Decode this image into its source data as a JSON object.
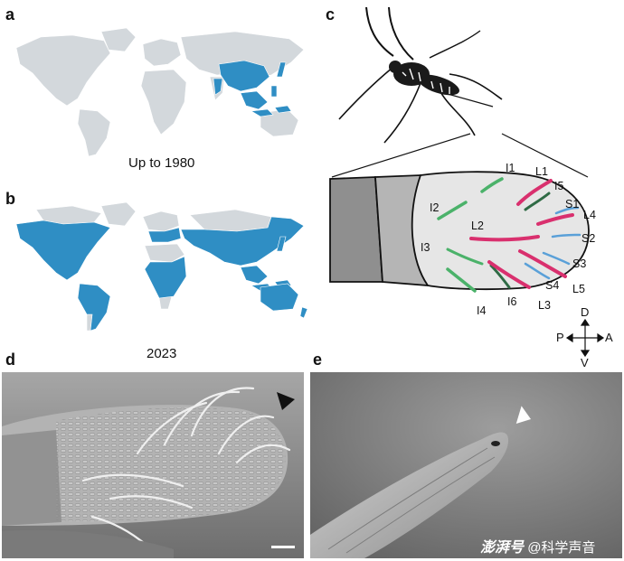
{
  "panel_a": {
    "label": "a",
    "caption": "Up to 1980"
  },
  "panel_b": {
    "label": "b",
    "caption": "2023"
  },
  "panel_c": {
    "label": "c",
    "sensilla": [
      "I1",
      "L1",
      "I5",
      "I2",
      "S1",
      "L4",
      "L2",
      "S2",
      "I3",
      "S3",
      "S4",
      "L5",
      "I6",
      "L3",
      "I4"
    ],
    "axes": {
      "dorsal": "D",
      "ventral": "V",
      "posterior": "P",
      "anterior": "A"
    }
  },
  "panel_d": {
    "label": "d"
  },
  "panel_e": {
    "label": "e"
  },
  "watermark": {
    "brand": "澎湃号",
    "account": "@科学声音"
  },
  "colors": {
    "map_land": "#d3d8dc",
    "map_highlight": "#2f8ec4",
    "sensilla_green": "#4bb26a",
    "sensilla_magenta": "#d9306e",
    "sensilla_blue": "#5aa0d8",
    "sensilla_darkgreen": "#2f6b45"
  }
}
